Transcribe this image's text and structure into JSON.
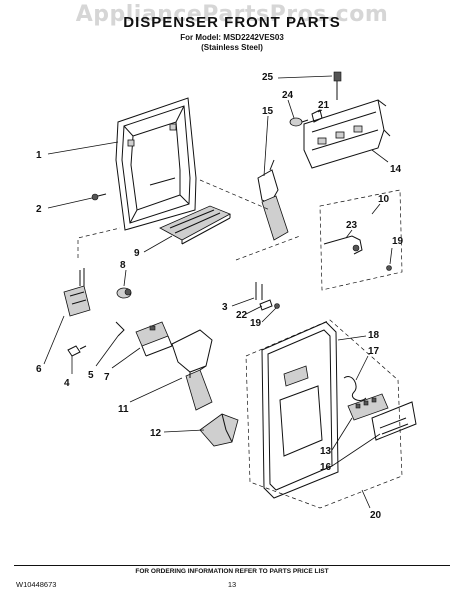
{
  "header": {
    "watermark": "AppliancePartsPros.com",
    "title": "DISPENSER FRONT PARTS",
    "model_line": "For Model: MSD2242VES03",
    "finish_line": "(Stainless Steel)"
  },
  "callouts": [
    {
      "id": "1",
      "label": "1"
    },
    {
      "id": "2",
      "label": "2"
    },
    {
      "id": "3",
      "label": "3"
    },
    {
      "id": "4",
      "label": "4"
    },
    {
      "id": "5",
      "label": "5"
    },
    {
      "id": "6",
      "label": "6"
    },
    {
      "id": "7",
      "label": "7"
    },
    {
      "id": "8",
      "label": "8"
    },
    {
      "id": "9",
      "label": "9"
    },
    {
      "id": "10",
      "label": "10"
    },
    {
      "id": "11",
      "label": "11"
    },
    {
      "id": "12",
      "label": "12"
    },
    {
      "id": "13",
      "label": "13"
    },
    {
      "id": "14",
      "label": "14"
    },
    {
      "id": "15",
      "label": "15"
    },
    {
      "id": "16",
      "label": "16"
    },
    {
      "id": "17",
      "label": "17"
    },
    {
      "id": "18",
      "label": "18"
    },
    {
      "id": "19a",
      "label": "19"
    },
    {
      "id": "19b",
      "label": "19"
    },
    {
      "id": "20",
      "label": "20"
    },
    {
      "id": "21",
      "label": "21"
    },
    {
      "id": "22",
      "label": "22"
    },
    {
      "id": "23",
      "label": "23"
    },
    {
      "id": "24",
      "label": "24"
    },
    {
      "id": "25",
      "label": "25"
    }
  ],
  "footer": {
    "note": "FOR ORDERING INFORMATION REFER TO PARTS PRICE LIST",
    "doc_number": "W10448673",
    "page_number": "13"
  }
}
